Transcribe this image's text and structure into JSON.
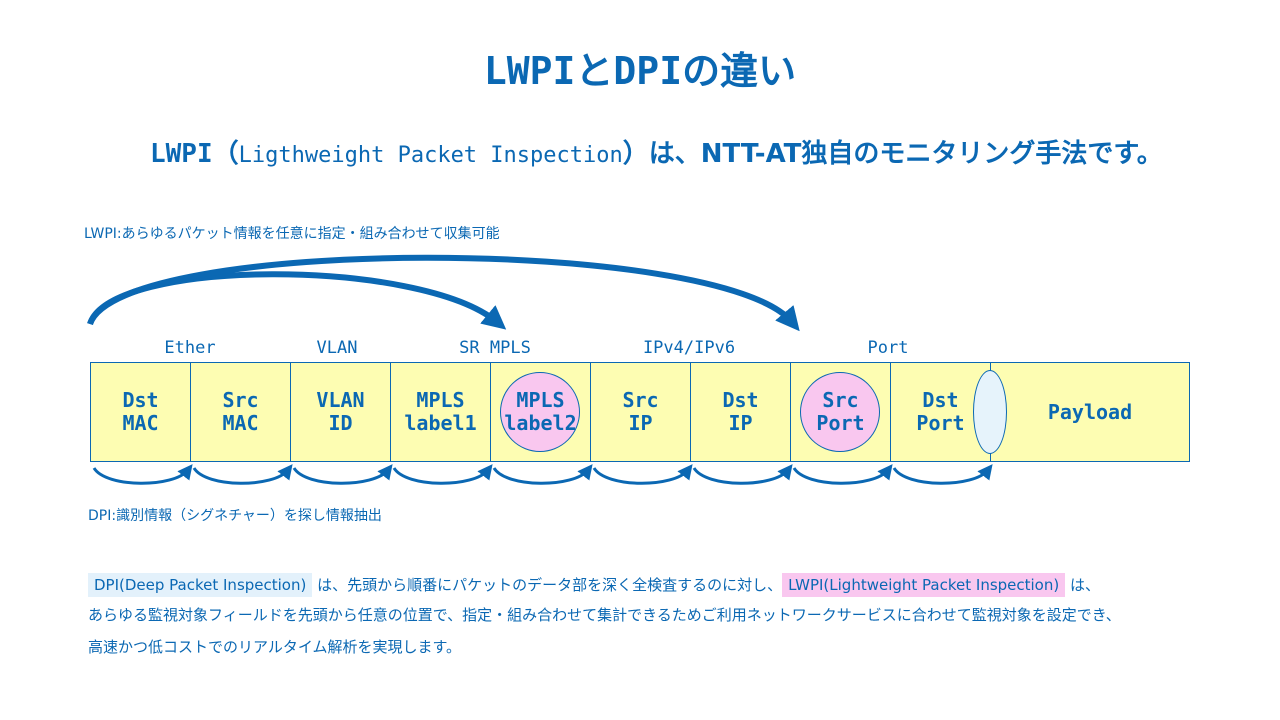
{
  "title": "LWPIとDPIの違い",
  "subtitle": {
    "lead": "LWPI",
    "open_paren": "（",
    "expansion": "Ligthweight Packet Inspection",
    "close_paren": "）",
    "tail": "は、NTT-AT独自のモニタリング手法です。"
  },
  "lwpi_note": "LWPI:あらゆるパケット情報を任意に指定・組み合わせて収集可能",
  "group_labels": {
    "ether": "Ether",
    "vlan": "VLAN",
    "sr_mpls": "SR MPLS",
    "ip": "IPv4/IPv6",
    "port": "Port"
  },
  "fields": [
    {
      "label": "Dst\nMAC",
      "highlighted": false
    },
    {
      "label": "Src\nMAC",
      "highlighted": false
    },
    {
      "label": "VLAN\nID",
      "highlighted": false
    },
    {
      "label": "MPLS\nlabel1",
      "highlighted": false
    },
    {
      "label": "MPLS\nlabel2",
      "highlighted": true
    },
    {
      "label": "Src\nIP",
      "highlighted": false
    },
    {
      "label": "Dst\nIP",
      "highlighted": false
    },
    {
      "label": "Src\nPort",
      "highlighted": true
    },
    {
      "label": "Dst\nPort",
      "highlighted": false
    },
    {
      "label": "Payload",
      "highlighted": false
    }
  ],
  "dpi_note": "DPI:識別情報（シグネチャー）を探し情報抽出",
  "paragraph": {
    "dpi_term": "DPI(Deep Packet Inspection)",
    "line1_mid": "は、先頭から順番にパケットのデータ部を深く全検査するのに対し、",
    "lwpi_term": "LWPI(Lightweight Packet Inspection)",
    "line1_end": "は、",
    "line2": "あらゆる監視対象フィールドを先頭から任意の位置で、指定・組み合わせて集計できるためご利用ネットワークサービスに合わせて監視対象を設定でき、",
    "line3": "高速かつ低コストでのリアルタイム解析を実現します。"
  },
  "colors": {
    "primary": "#0b68b3",
    "field_fill": "#fdfdb2",
    "highlight_pink": "#f9c7ef",
    "highlight_blue": "#e3f1fb"
  }
}
